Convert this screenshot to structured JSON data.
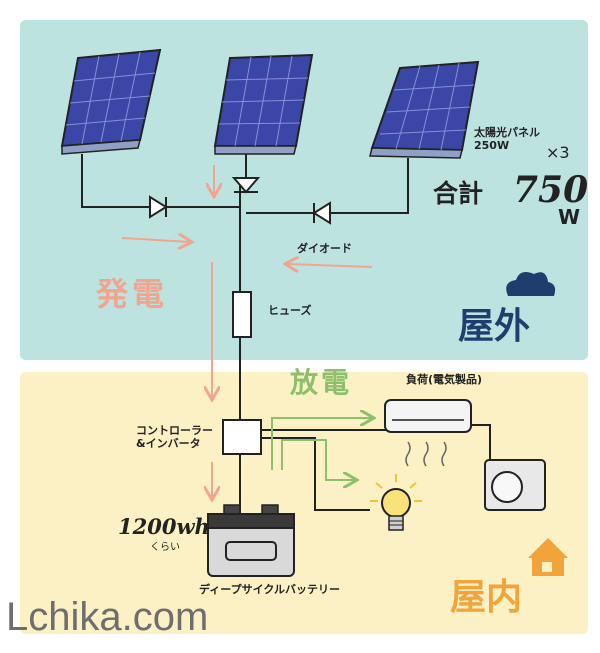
{
  "panel": {
    "name": "太陽光パネル",
    "watt": "250W",
    "multiplier": "×3"
  },
  "total": {
    "prefix": "合計",
    "value": "750",
    "unit": "W"
  },
  "labels": {
    "diode": "ダイオード",
    "fuse": "ヒューズ",
    "controller_line1": "コントローラー",
    "controller_line2": "&インバータ",
    "battery": "ディープサイクルバッテリー",
    "load": "負荷(電気製品)",
    "generation": "発電",
    "discharge": "放電",
    "outdoor": "屋外",
    "indoor": "屋内",
    "capacity": "1200wh",
    "capacity_approx": "くらい"
  },
  "watermark": "Lchika.com",
  "colors": {
    "outdoor_bg": "#bde3e0",
    "indoor_bg": "#fbf1c4",
    "panel_fill": "#3b47a6",
    "salmon": "#f0a68e",
    "green": "#8cc06c",
    "navy": "#1f3e6e",
    "house": "#f2a33a"
  },
  "icons": [
    "solar-panel-icon",
    "diode-icon",
    "fuse-icon",
    "controller-icon",
    "battery-icon",
    "air-conditioner-icon",
    "outdoor-unit-icon",
    "light-bulb-icon",
    "cloud-icon",
    "house-icon"
  ]
}
